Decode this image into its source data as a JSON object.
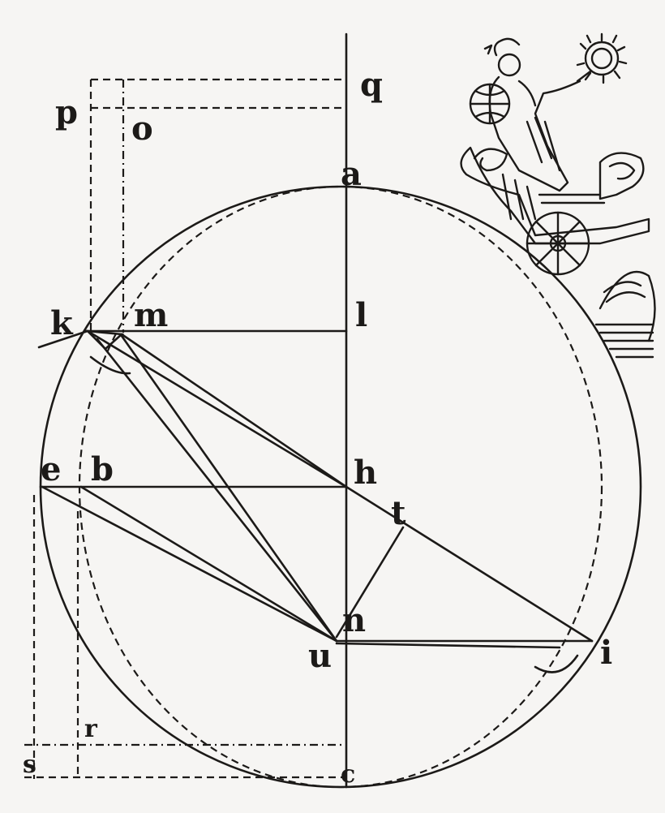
{
  "diagram": {
    "labels": {
      "p": "p",
      "q": "q",
      "o": "o",
      "a": "a",
      "k": "k",
      "m": "m",
      "l": "l",
      "e": "e",
      "b": "b",
      "h": "h",
      "t": "t",
      "n": "n",
      "u": "u",
      "i": "i",
      "r": "r",
      "s": "s",
      "c": "c"
    },
    "illustration": "woodcut-figure-in-chariot"
  }
}
